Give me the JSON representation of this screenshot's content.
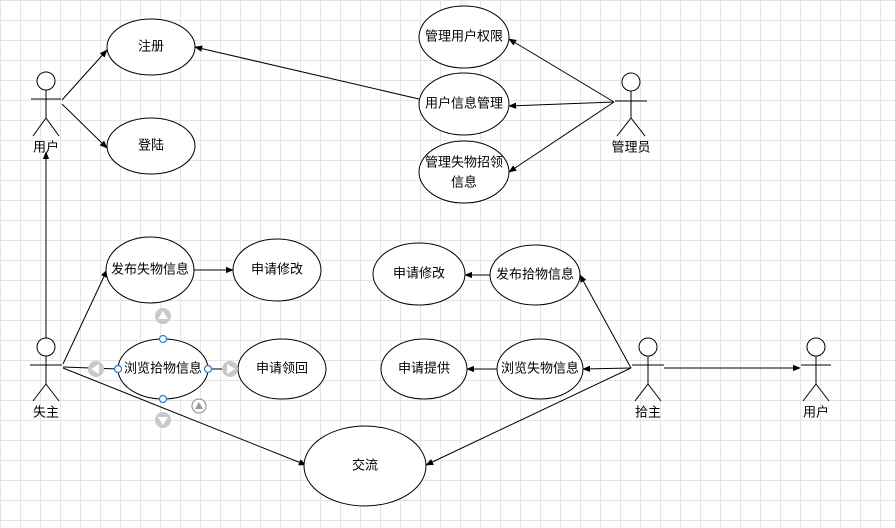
{
  "actors": {
    "user_left": "用户",
    "admin": "管理员",
    "owner": "失主",
    "finder": "拾主",
    "user_right": "用户"
  },
  "use_cases": {
    "register": "注册",
    "login": "登陆",
    "manage_permissions": "管理用户权限",
    "manage_user_info": "用户信息管理",
    "manage_lost_found_1": "管理失物招领",
    "manage_lost_found_2": "信息",
    "publish_lost": "发布失物信息",
    "request_modify_left": "申请修改",
    "browse_found": "浏览拾物信息",
    "request_claim": "申请领回",
    "communicate": "交流",
    "request_modify_right": "申请修改",
    "publish_found": "发布拾物信息",
    "request_provide": "申请提供",
    "browse_lost": "浏览失物信息"
  },
  "colors": {
    "line": "#000000",
    "selection_handle": "#2a7cd1",
    "hint_arrow": "#c9c9c9",
    "grid": "#e4e4e4"
  }
}
